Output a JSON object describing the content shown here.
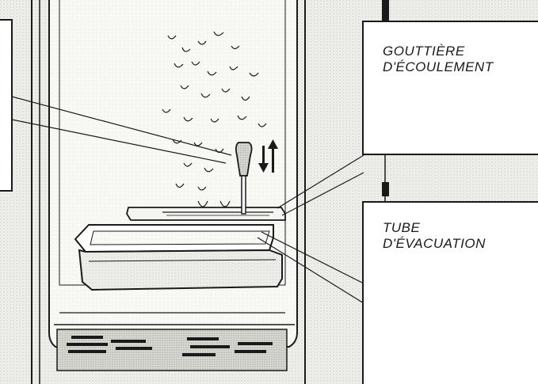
{
  "labels": {
    "gutter": {
      "line1": "GOUTTIÈRE",
      "line2": "D'ÉCOULEMENT"
    },
    "tube": {
      "line1": "TUBE",
      "line2": "D'ÉVACUATION"
    }
  },
  "colors": {
    "ink": "#1a1a1a",
    "paper": "#f6f6f3",
    "stipple": "#d4d4cf"
  }
}
